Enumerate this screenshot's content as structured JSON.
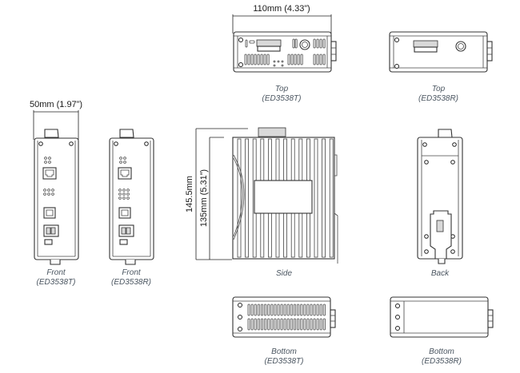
{
  "title": "ED3538T / ED3538R Mechanical Dimensions",
  "dimensions": {
    "length": "110mm (4.33”)",
    "width": "50mm (1.97”)",
    "height_total": "145.5mm",
    "height_body": "135mm (5.31”)"
  },
  "views": {
    "top_t": {
      "label": "Top",
      "model": "(ED3538T)"
    },
    "top_r": {
      "label": "Top",
      "model": "(ED3538R)"
    },
    "front_t": {
      "label": "Front",
      "model": "(ED3538T)"
    },
    "front_r": {
      "label": "Front",
      "model": "(ED3538R)"
    },
    "side": {
      "label": "Side"
    },
    "back": {
      "label": "Back"
    },
    "bottom_t": {
      "label": "Bottom",
      "model": "(ED3538T)"
    },
    "bottom_r": {
      "label": "Bottom",
      "model": "(ED3538R)"
    }
  },
  "colors": {
    "line": "#333333",
    "caption": "#4a5560",
    "dimension_text": "#1a1a1a"
  }
}
